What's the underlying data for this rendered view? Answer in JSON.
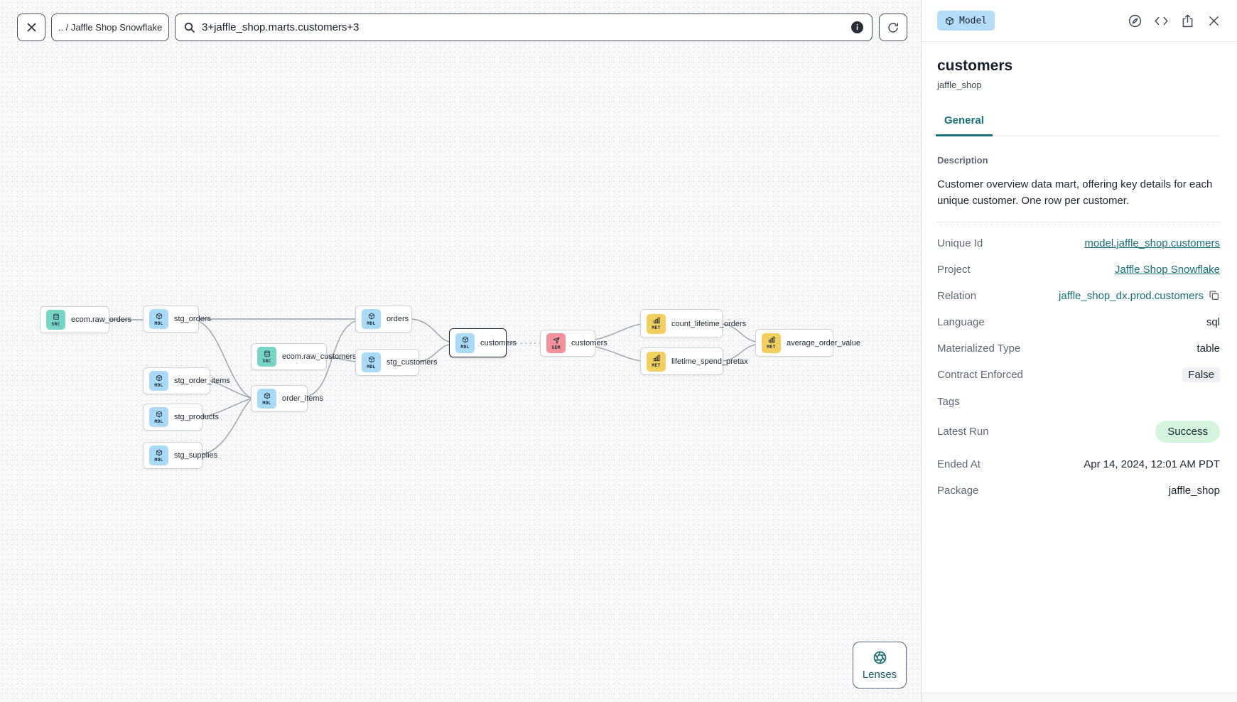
{
  "toolbar": {
    "close_label": "close",
    "breadcrumb": ".. / Jaffle Shop Snowflake",
    "search_value": "3+jaffle_shop.marts.customers+3"
  },
  "lenses": {
    "label": "Lenses"
  },
  "panel": {
    "type_badge": "Model",
    "title": "customers",
    "subtitle": "jaffle_shop",
    "tabs": [
      {
        "label": "General",
        "active": true
      }
    ],
    "description_label": "Description",
    "description": "Customer overview data mart, offering key details for each unique customer. One row per customer.",
    "rows": [
      {
        "label": "Unique Id",
        "value": "model.jaffle_shop.customers"
      },
      {
        "label": "Project",
        "value": "Jaffle Shop Snowflake"
      },
      {
        "label": "Relation",
        "value": "jaffle_shop_dx.prod.customers"
      },
      {
        "label": "Language",
        "value": "sql"
      },
      {
        "label": "Materialized Type",
        "value": "table"
      },
      {
        "label": "Contract Enforced",
        "value": "False"
      },
      {
        "label": "Tags",
        "value": ""
      },
      {
        "label": "Latest Run",
        "value": "Success"
      },
      {
        "label": "Ended At",
        "value": "Apr 14, 2024, 12:01 AM PDT"
      },
      {
        "label": "Package",
        "value": "jaffle_shop"
      }
    ]
  },
  "graph": {
    "nodes": [
      {
        "label": "ecom.raw_orders",
        "kind": "SRC"
      },
      {
        "label": "stg_orders",
        "kind": "MDL"
      },
      {
        "label": "ecom.raw_customers",
        "kind": "SRC"
      },
      {
        "label": "stg_order_items",
        "kind": "MDL"
      },
      {
        "label": "stg_products",
        "kind": "MDL"
      },
      {
        "label": "stg_supplies",
        "kind": "MDL"
      },
      {
        "label": "order_items",
        "kind": "MDL"
      },
      {
        "label": "orders",
        "kind": "MDL"
      },
      {
        "label": "stg_customers",
        "kind": "MDL"
      },
      {
        "label": "customers",
        "kind": "MDL"
      },
      {
        "label": "customers",
        "kind": "SEM"
      },
      {
        "label": "count_lifetime_orders",
        "kind": "MET"
      },
      {
        "label": "lifetime_spend_pretax",
        "kind": "MET"
      },
      {
        "label": "average_order_value",
        "kind": "MET"
      }
    ]
  },
  "colors": {
    "accent_teal": "#15707b",
    "source_node": "#76d5c5",
    "model_node": "#a9daf8",
    "semantic_node": "#f2929b",
    "metric_node": "#f2cf5f",
    "success_badge_bg": "#d6f3dd",
    "model_badge_bg": "#b3ddf8"
  }
}
